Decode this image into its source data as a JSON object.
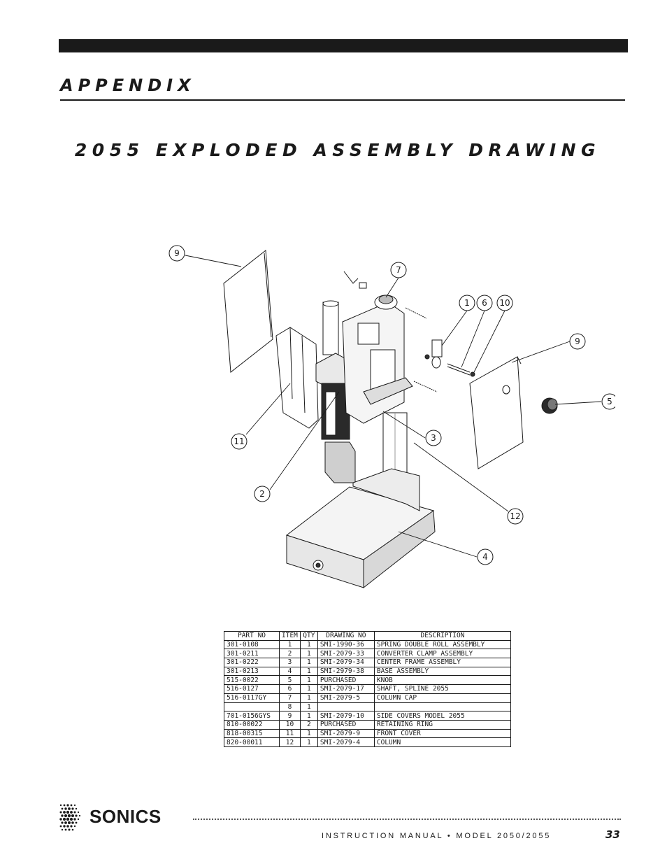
{
  "header": {
    "section_title": "APPENDIX",
    "drawing_title": "2055 EXPLODED ASSEMBLY DRAWING"
  },
  "drawing": {
    "callouts": [
      "9",
      "7",
      "1",
      "6",
      "10",
      "9",
      "5",
      "3",
      "11",
      "2",
      "12",
      "4"
    ]
  },
  "parts_table": {
    "columns": [
      "PART NO",
      "ITEM",
      "QTY",
      "DRAWING NO",
      "DESCRIPTION"
    ],
    "rows": [
      [
        "301-0108",
        "1",
        "1",
        "SMI-1990-36",
        "SPRING DOUBLE ROLL ASSEMBLY"
      ],
      [
        "301-0211",
        "2",
        "1",
        "SMI-2079-33",
        "CONVERTER CLAMP ASSEMBLY"
      ],
      [
        "301-0222",
        "3",
        "1",
        "SMI-2079-34",
        "CENTER FRAME ASSEMBLY"
      ],
      [
        "301-0213",
        "4",
        "1",
        "SMI-2979-38",
        "BASE ASSEMBLY"
      ],
      [
        "515-0022",
        "5",
        "1",
        "PURCHASED",
        "KNOB"
      ],
      [
        "516-0127",
        "6",
        "1",
        "SMI-2079-17",
        "SHAFT, SPLINE 2055"
      ],
      [
        "516-0117GY",
        "7",
        "1",
        "SMI-2079-5",
        "COLUMN CAP"
      ],
      [
        "",
        "8",
        "1",
        "",
        ""
      ],
      [
        "701-0156GYS",
        "9",
        "1",
        "SMI-2079-10",
        "SIDE COVERS MODEL 2055"
      ],
      [
        "810-00022",
        "10",
        "2",
        "PURCHASED",
        "RETAINING RING"
      ],
      [
        "818-00315",
        "11",
        "1",
        "SMI-2079-9",
        "FRONT COVER"
      ],
      [
        "820-00011",
        "12",
        "1",
        "SMI-2079-4",
        "COLUMN"
      ]
    ]
  },
  "footer": {
    "brand": "SONICS",
    "manual_text": "INSTRUCTION MANUAL • MODEL 2050/2055",
    "page_number": "33"
  }
}
